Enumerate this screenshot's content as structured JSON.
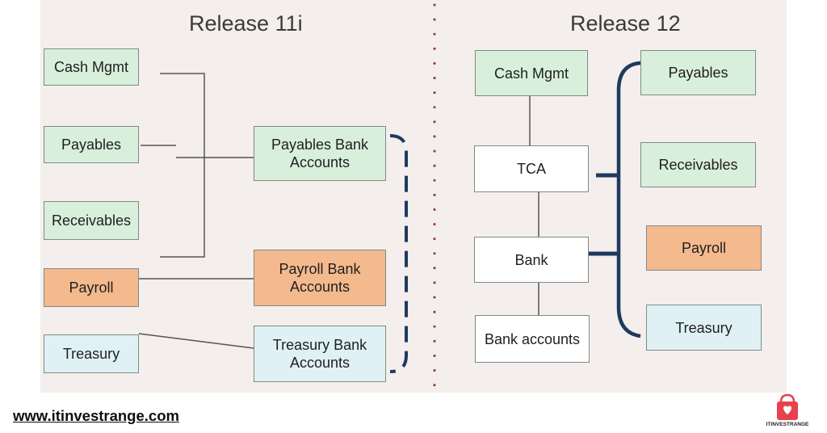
{
  "left": {
    "title": "Release 11i",
    "modules": {
      "cash_mgmt": "Cash Mgmt",
      "payables": "Payables",
      "receivables": "Receivables",
      "payroll": "Payroll",
      "treasury": "Treasury"
    },
    "accounts": {
      "payables": "Payables Bank Accounts",
      "payroll": "Payroll Bank Accounts",
      "treasury": "Treasury Bank Accounts"
    }
  },
  "right": {
    "title": "Release 12",
    "chain": {
      "cash_mgmt": "Cash Mgmt",
      "tca": "TCA",
      "bank": "Bank",
      "bank_accounts": "Bank accounts"
    },
    "modules": {
      "payables": "Payables",
      "receivables": "Receivables",
      "payroll": "Payroll",
      "treasury": "Treasury"
    }
  },
  "footer": {
    "url": "www.itinvestrange.com",
    "logo_text": "ITINVESTRANGE"
  },
  "colors": {
    "green": "#d8efdc",
    "orange": "#f4b98d",
    "light_blue": "#dff1f4",
    "dark_blue_bracket": "#1e3a5f",
    "divider_dots": "#8b3a3a",
    "logo_red": "#e8424f"
  }
}
